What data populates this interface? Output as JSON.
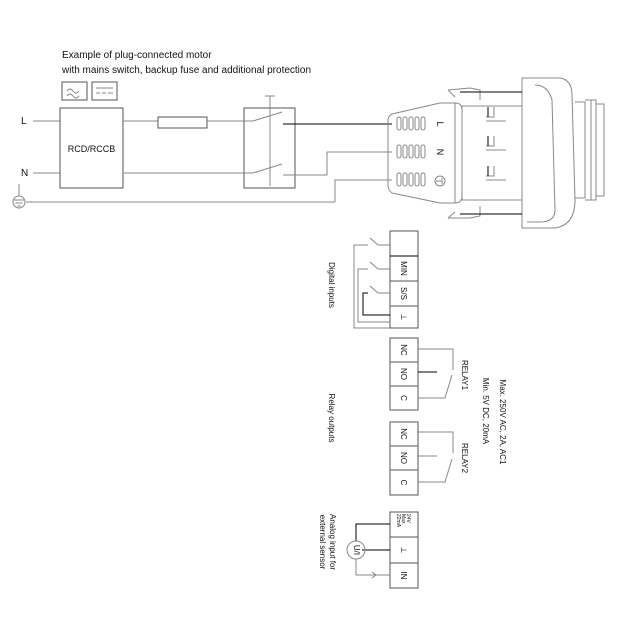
{
  "title": {
    "line1": "Example of plug-connected motor",
    "line2": "with mains switch, backup fuse and additional protection"
  },
  "mains": {
    "L": "L",
    "N": "N",
    "rcd_label": "RCD/RCCB",
    "plug_L": "L",
    "plug_N": "N"
  },
  "digital_inputs": {
    "label": "Digital inputs",
    "terminals": [
      "",
      "MIN",
      "S/S",
      "⊥"
    ]
  },
  "relay_outputs": {
    "label": "Relay outputs",
    "relay1": "RELAY1",
    "relay2": "RELAY2",
    "terminals": [
      "NC",
      "NO",
      "C"
    ],
    "rating_max": "Max. 250V AC, 2A, AC1",
    "rating_min": "Min. 5V DC, 20mA"
  },
  "analog_input": {
    "label_line1": "Analog input for",
    "label_line2": "external sensor",
    "supply_line1": "24V",
    "supply_line2": "Max.",
    "supply_line3": "22mA",
    "ground": "⊥",
    "in": "IN",
    "sensor": "U/I"
  }
}
